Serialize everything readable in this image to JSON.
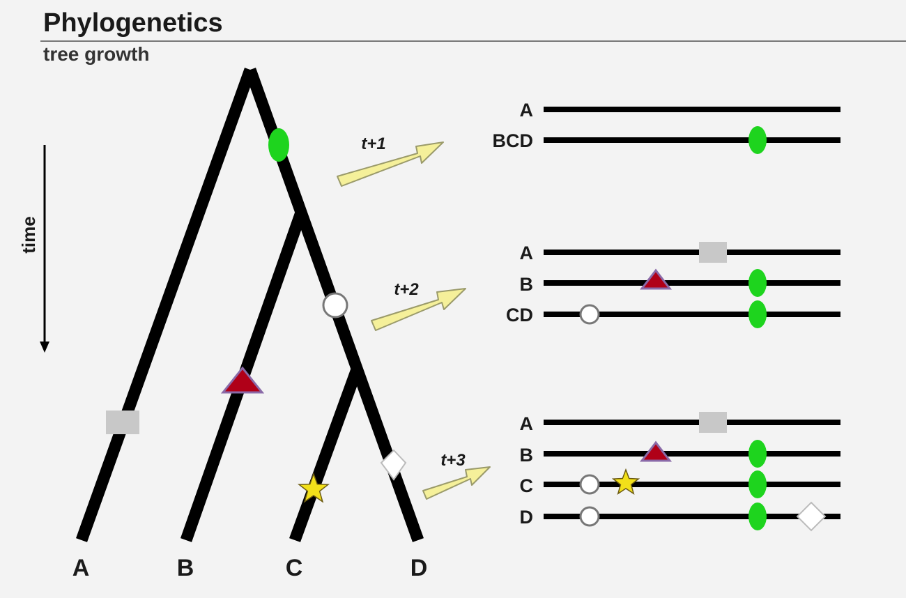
{
  "header": {
    "title": "Phylogenetics",
    "subtitle": "tree growth"
  },
  "time_axis": {
    "label": "time"
  },
  "tree": {
    "taxa": [
      "A",
      "B",
      "C",
      "D"
    ]
  },
  "steps": [
    {
      "label": "t+1",
      "rows": [
        {
          "name": "A",
          "markers": []
        },
        {
          "name": "BCD",
          "markers": [
            "green-oval"
          ]
        }
      ]
    },
    {
      "label": "t+2",
      "rows": [
        {
          "name": "A",
          "markers": [
            "gray-square"
          ]
        },
        {
          "name": "B",
          "markers": [
            "red-triangle",
            "green-oval"
          ]
        },
        {
          "name": "CD",
          "markers": [
            "white-circle",
            "green-oval"
          ]
        }
      ]
    },
    {
      "label": "t+3",
      "rows": [
        {
          "name": "A",
          "markers": [
            "gray-square"
          ]
        },
        {
          "name": "B",
          "markers": [
            "red-triangle",
            "green-oval"
          ]
        },
        {
          "name": "C",
          "markers": [
            "white-circle",
            "yellow-star",
            "green-oval"
          ]
        },
        {
          "name": "D",
          "markers": [
            "white-circle",
            "green-oval",
            "white-diamond"
          ]
        }
      ]
    }
  ],
  "colors": {
    "branch": "#000000",
    "green_oval": "#1ed41e",
    "red_triangle": "#b00018",
    "triangle_outline": "#8a6aa8",
    "gray_square": "#c8c8c8",
    "yellow_star": "#f2e01a",
    "arrow_fill": "#f5f09a",
    "arrow_stroke": "#9a9a6a"
  }
}
